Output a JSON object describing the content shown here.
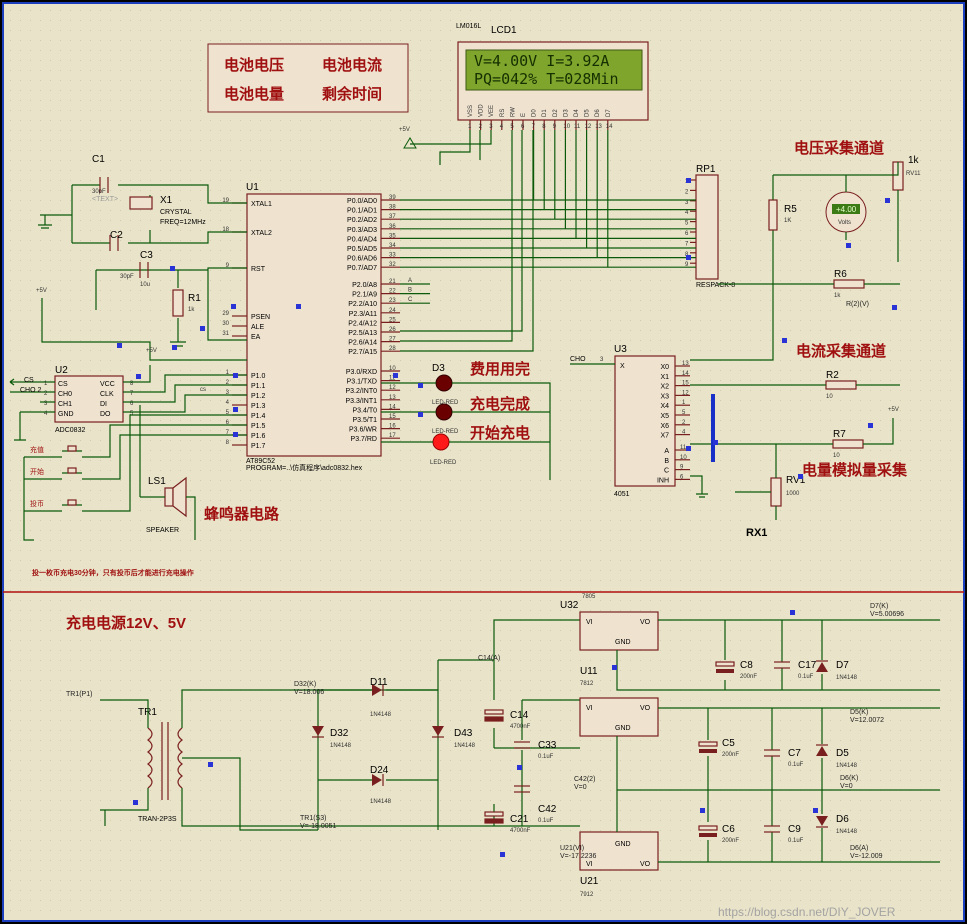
{
  "lcd": {
    "title": "LCD1",
    "model": "LM016L",
    "line1": "V=4.00V I=3.92A",
    "line2": "PQ=042% T=028Min",
    "pins": [
      "VSS",
      "VDD",
      "VEE",
      "RS",
      "RW",
      "E",
      "D0",
      "D1",
      "D2",
      "D3",
      "D4",
      "D5",
      "D6",
      "D7"
    ],
    "pinnums": [
      "1",
      "2",
      "3",
      "4",
      "5",
      "6",
      "7",
      "8",
      "9",
      "10",
      "11",
      "12",
      "13",
      "14"
    ]
  },
  "labels_box": {
    "voltage": "电池电压",
    "current": "电池电流",
    "capacity": "电池电量",
    "time": "剩余时间"
  },
  "mcu": {
    "name": "U1",
    "model": "AT89C52",
    "program": "PROGRAM=..\\仿真程序\\adc0832.hex",
    "left_pins": [
      "XTAL1",
      "XTAL2",
      "RST",
      "PSEN",
      "ALE",
      "EA",
      "P1.0",
      "P1.1",
      "P1.2",
      "P1.3",
      "P1.4",
      "P1.5",
      "P1.6",
      "P1.7"
    ],
    "left_nums": [
      "19",
      "18",
      "9",
      "29",
      "30",
      "31",
      "1",
      "2",
      "3",
      "4",
      "5",
      "6",
      "7",
      "8"
    ],
    "right_p0": [
      "P0.0/AD0",
      "P0.1/AD1",
      "P0.2/AD2",
      "P0.3/AD3",
      "P0.4/AD4",
      "P0.5/AD5",
      "P0.6/AD6",
      "P0.7/AD7"
    ],
    "right_p0_nums": [
      "39",
      "38",
      "37",
      "36",
      "35",
      "34",
      "33",
      "32"
    ],
    "right_p2": [
      "P2.0/A8",
      "P2.1/A9",
      "P2.2/A10",
      "P2.3/A11",
      "P2.4/A12",
      "P2.5/A13",
      "P2.6/A14",
      "P2.7/A15"
    ],
    "right_p2_nums": [
      "21",
      "22",
      "23",
      "24",
      "25",
      "26",
      "27",
      "28"
    ],
    "right_p3": [
      "P3.0/RXD",
      "P3.1/TXD",
      "P3.2/INT0",
      "P3.3/INT1",
      "P3.4/T0",
      "P3.5/T1",
      "P3.6/WR",
      "P3.7/RD"
    ],
    "right_p3_nums": [
      "10",
      "11",
      "12",
      "13",
      "14",
      "15",
      "16",
      "17"
    ]
  },
  "crystal": {
    "name": "X1",
    "type": "CRYSTAL",
    "freq": "FREQ=12MHz"
  },
  "c1": {
    "name": "C1",
    "value": "30pF"
  },
  "c2": {
    "name": "C2",
    "value": "30pF"
  },
  "c3": {
    "name": "C3",
    "value": "10u"
  },
  "r1": {
    "name": "R1",
    "value": "1k"
  },
  "text_tag": "<TEXT>",
  "plus5v": "+5V",
  "adc": {
    "name": "U2",
    "model": "ADC0832",
    "left": [
      "CS",
      "CH0",
      "CH1",
      "GND"
    ],
    "right": [
      "VCC",
      "CLK",
      "DI",
      "DO"
    ],
    "lnums": [
      "1",
      "2",
      "3",
      "4"
    ],
    "rnums": [
      "8",
      "7",
      "6",
      "5"
    ],
    "net_cs": "CS",
    "net_ch0": "CHO 2",
    "net_cs2": "cs"
  },
  "buttons": {
    "recharge": "充值",
    "start": "开始",
    "coin": "投币"
  },
  "buzzer": {
    "name": "LS1",
    "type": "SPEAKER",
    "title": "蜂鸣器电路"
  },
  "leds": {
    "d3": "D3",
    "led_red": "LED-RED",
    "fee": "费用用完",
    "done": "充电完成",
    "start": "开始充电"
  },
  "note": "投一枚币充电30分钟，只有投币后才能进行充电操作",
  "rp1": {
    "name": "RP1",
    "model": "RESPACK-8",
    "nums": [
      "1",
      "2",
      "3",
      "4",
      "5",
      "6",
      "7",
      "8",
      "9"
    ]
  },
  "rv11": {
    "title": "电压采集通道",
    "name": "RV11",
    "value": "1k"
  },
  "voltmeter": {
    "reading": "+4.00",
    "unit": "Volts"
  },
  "r5": {
    "name": "R5",
    "value": "1K"
  },
  "r6": {
    "name": "R6",
    "value": "1k"
  },
  "current_title": "电流采集通道",
  "r2": {
    "name": "R2",
    "value": "10"
  },
  "r7": {
    "name": "R7",
    "value": "10"
  },
  "u3": {
    "name": "U3",
    "model": "4051",
    "net": "CHO",
    "pin3": "3",
    "left": "X",
    "right": [
      "X0",
      "X1",
      "X2",
      "X3",
      "X4",
      "X5",
      "X6",
      "X7"
    ],
    "rnums": [
      "13",
      "14",
      "15",
      "12",
      "1",
      "5",
      "2",
      "4"
    ],
    "ctrl": [
      "A",
      "B",
      "C",
      "INH"
    ],
    "cnums": [
      "11",
      "10",
      "9",
      "6"
    ]
  },
  "rv1": {
    "name": "RV1",
    "value": "1000",
    "title": "电量模拟量采集",
    "label": "RX1"
  },
  "probe_ri": "R(2)(V)",
  "power": {
    "title": "充电电源12V、5V",
    "tr1": "TR1",
    "tr1_model": "TRAN-2P3S",
    "tr1_probe": "TR1(P1)",
    "d32": "D32",
    "d32_probe": "D32(K)",
    "d32_v": "V=18.006",
    "d11": "D11",
    "d24": "D24",
    "d43": "D43",
    "diode": "1N4148",
    "tr1s3": "TR1(S3)",
    "tr1s3_v": "V=-18.0051",
    "c14": "C14",
    "c14_probe": "C14(A)",
    "c33": "C33",
    "c21": "C21",
    "c42": "C42",
    "c42_probe": "C42(2)",
    "c42_v": "V=0",
    "cap_big": "4700nF",
    "cap_small": "0.1uF",
    "u32": "U32",
    "u32_model": "7805",
    "u11": "U11",
    "u11_model": "7812",
    "u21": "U21",
    "u21_model": "7912",
    "u21_probe": "U21(VI)",
    "u21_v": "V=-17.2236",
    "vi": "VI",
    "vo": "VO",
    "gnd": "GND",
    "c8": "C8",
    "c17": "C17",
    "c5": "C5",
    "c7": "C7",
    "c6": "C6",
    "c9": "C9",
    "cap_200": "200nF",
    "d7": "D7",
    "d5": "D5",
    "d6": "D6",
    "d7_probe": "D7(K)",
    "d7_v": "V=5.00696",
    "d5_probe": "D5(K)",
    "d5_v": "V=12.0072",
    "d6_probe": "D6(K)",
    "d6_v": "V=0",
    "d6b_probe": "D6(A)",
    "d6b_v": "V=-12.009"
  },
  "watermark": "https://blog.csdn.net/DIY_JOVER"
}
